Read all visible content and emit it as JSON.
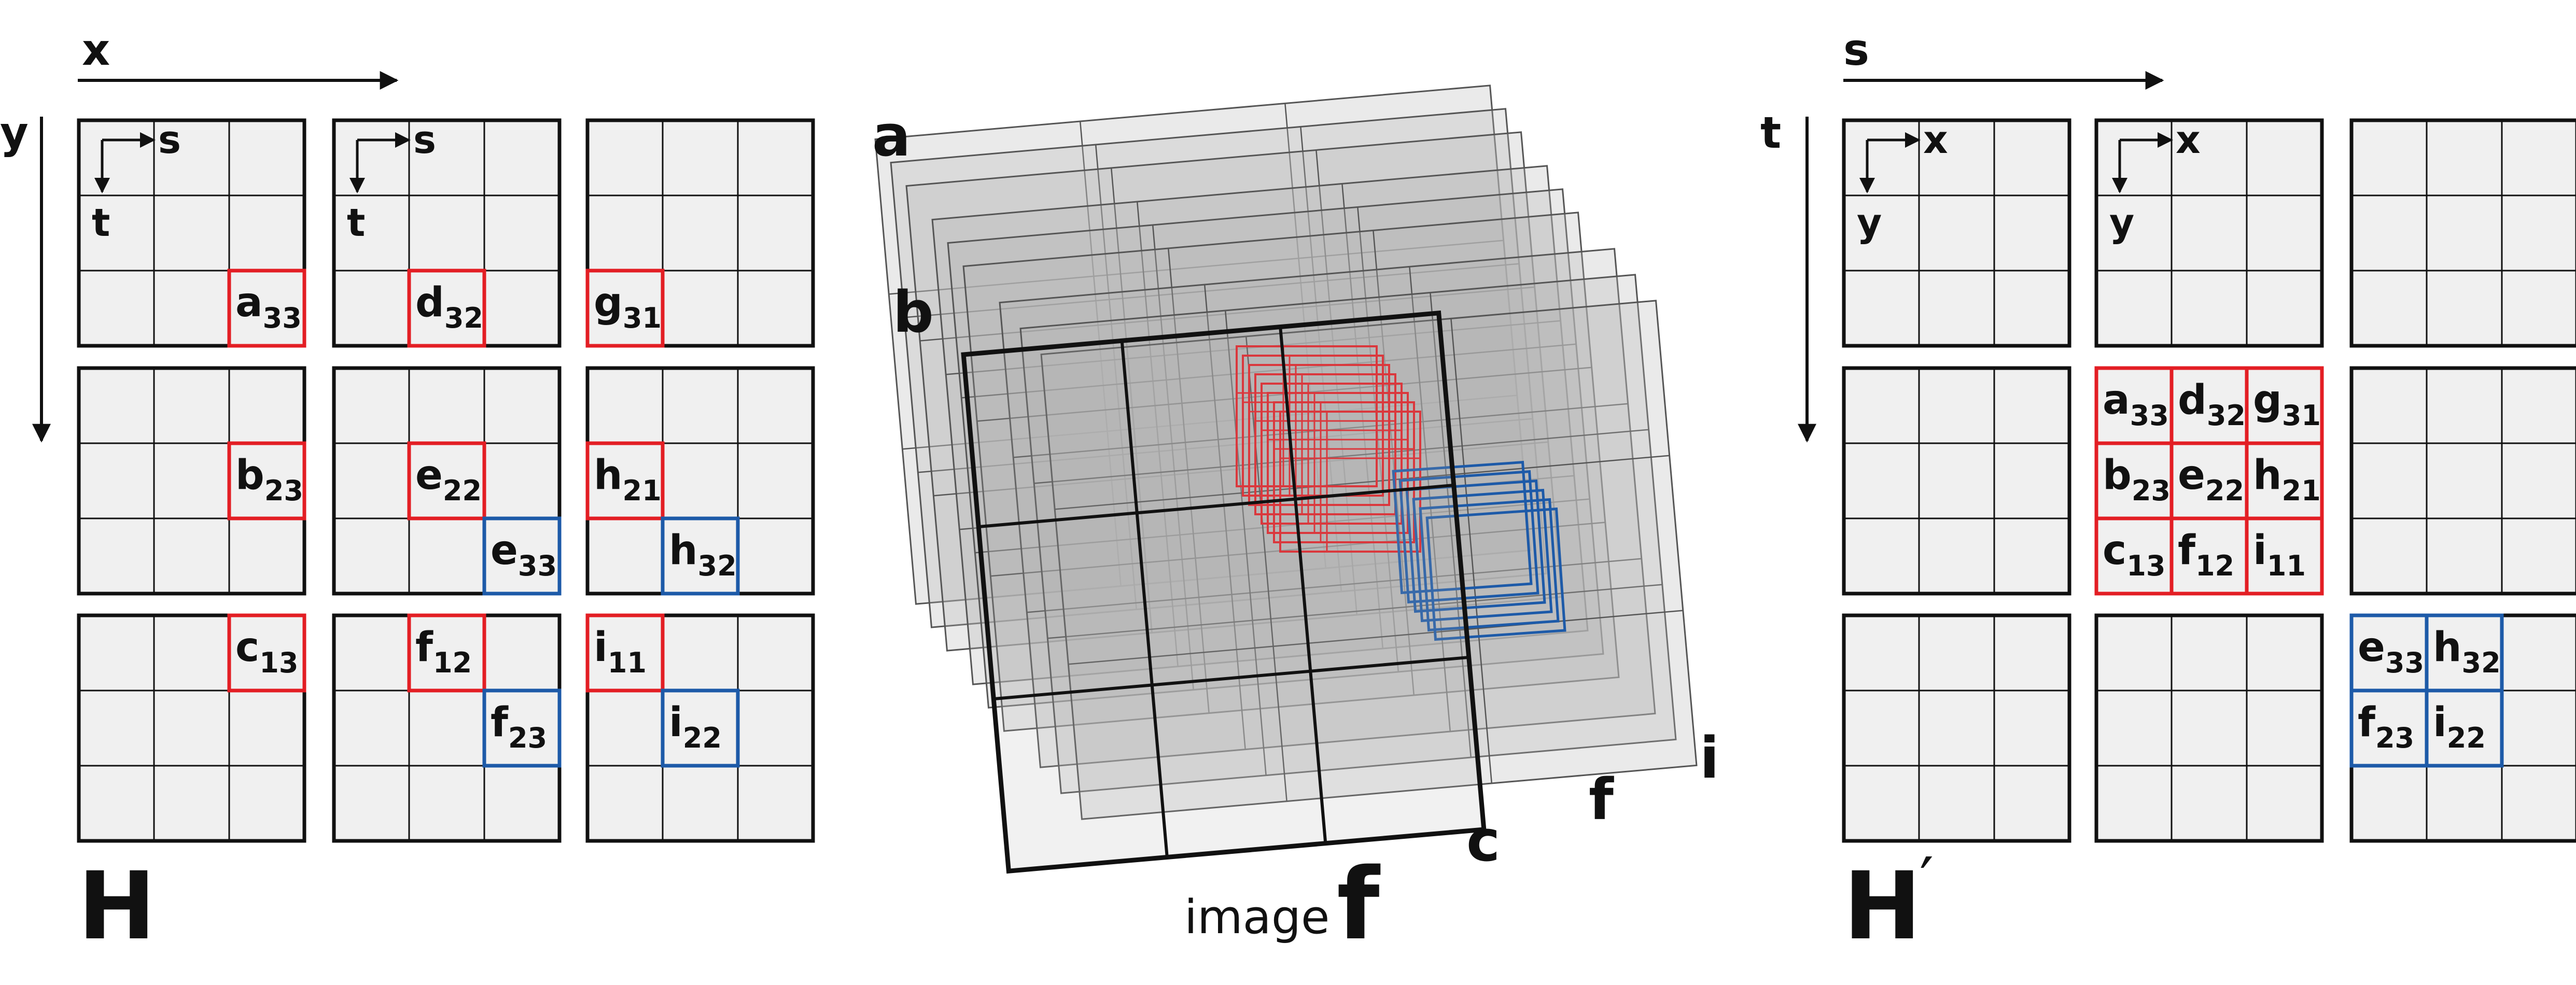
{
  "colors": {
    "cell_fill": "#f0f0f0",
    "line": "#111111",
    "red": "#e31e24",
    "blue": "#1d5aa8",
    "plane_fill": "#b3b3b3"
  },
  "left": {
    "axis_x": "x",
    "axis_y": "y",
    "inner_s": "s",
    "inner_t": "t",
    "title": "H",
    "red_cells": [
      {
        "base": "a",
        "sub": "33"
      },
      {
        "base": "d",
        "sub": "32"
      },
      {
        "base": "g",
        "sub": "31"
      },
      {
        "base": "b",
        "sub": "23"
      },
      {
        "base": "e",
        "sub": "22"
      },
      {
        "base": "h",
        "sub": "21"
      },
      {
        "base": "c",
        "sub": "13"
      },
      {
        "base": "f",
        "sub": "12"
      },
      {
        "base": "i",
        "sub": "11"
      }
    ],
    "blue_cells": [
      {
        "base": "e",
        "sub": "33"
      },
      {
        "base": "h",
        "sub": "32"
      },
      {
        "base": "f",
        "sub": "23"
      },
      {
        "base": "i",
        "sub": "22"
      }
    ]
  },
  "middle": {
    "plane_labels": [
      "a",
      "b",
      "c",
      "f",
      "i"
    ],
    "caption_small": "image",
    "caption_big": "f"
  },
  "right": {
    "axis_s": "s",
    "axis_t": "t",
    "inner_x": "x",
    "inner_y": "y",
    "title": "H",
    "title_prime": "′",
    "red_block": [
      {
        "base": "a",
        "sub": "33"
      },
      {
        "base": "d",
        "sub": "32"
      },
      {
        "base": "g",
        "sub": "31"
      },
      {
        "base": "b",
        "sub": "23"
      },
      {
        "base": "e",
        "sub": "22"
      },
      {
        "base": "h",
        "sub": "21"
      },
      {
        "base": "c",
        "sub": "13"
      },
      {
        "base": "f",
        "sub": "12"
      },
      {
        "base": "i",
        "sub": "11"
      }
    ],
    "blue_block": [
      {
        "base": "e",
        "sub": "33"
      },
      {
        "base": "h",
        "sub": "32"
      },
      {
        "base": "f",
        "sub": "23"
      },
      {
        "base": "i",
        "sub": "22"
      }
    ]
  }
}
